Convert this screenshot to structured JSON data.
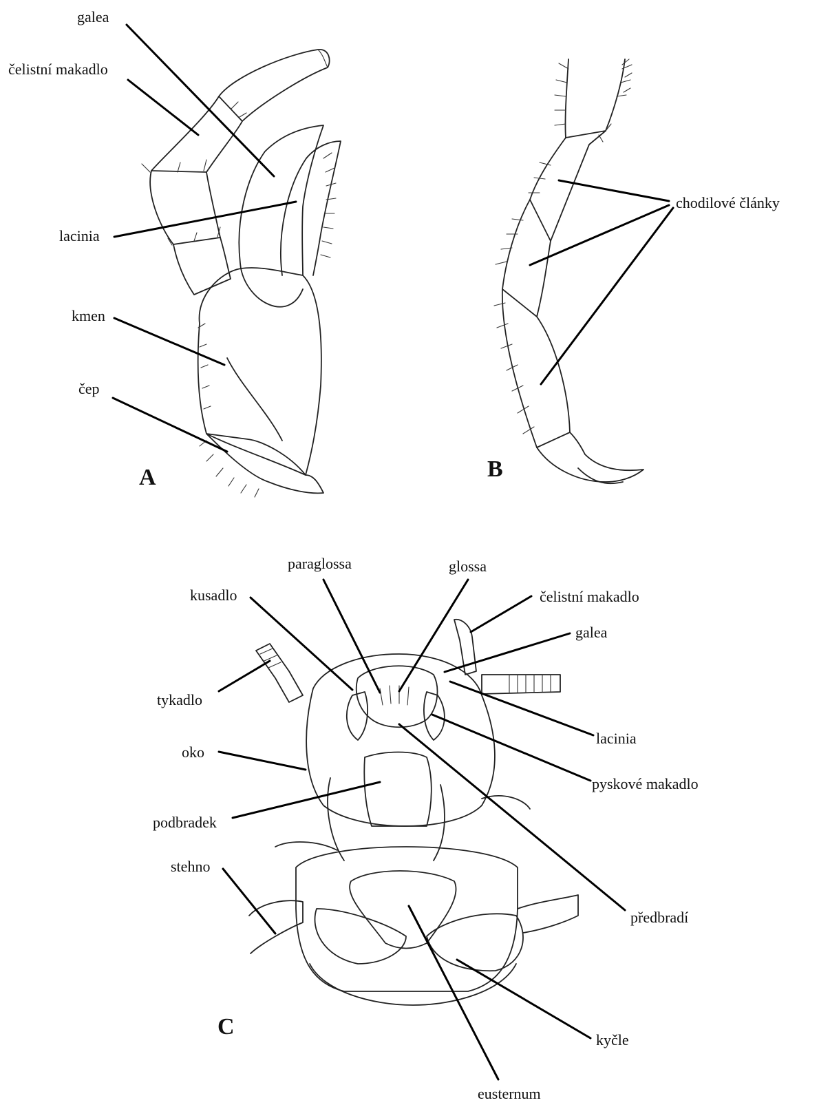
{
  "panels": {
    "A": {
      "letter": "A",
      "labels": {
        "galea": "galea",
        "celistni_makadlo": "čelistní makadlo",
        "lacinia": "lacinia",
        "kmen": "kmen",
        "cep": "čep"
      }
    },
    "B": {
      "letter": "B",
      "labels": {
        "chodilove_clanky": "chodilové články"
      }
    },
    "C": {
      "letter": "C",
      "labels": {
        "paraglossa": "paraglossa",
        "glossa": "glossa",
        "kusadlo": "kusadlo",
        "celistni_makadlo": "čelistní makadlo",
        "galea": "galea",
        "tykadlo": "tykadlo",
        "lacinia": "lacinia",
        "oko": "oko",
        "pyskove_makadlo": "pyskové makadlo",
        "podbradek": "podbradek",
        "stehno": "stehno",
        "predbradi": "předbradí",
        "kycle": "kyčle",
        "eusternum": "eusternum"
      }
    }
  },
  "colors": {
    "ink": "#222222",
    "leader": "#000000",
    "background": "#ffffff"
  }
}
